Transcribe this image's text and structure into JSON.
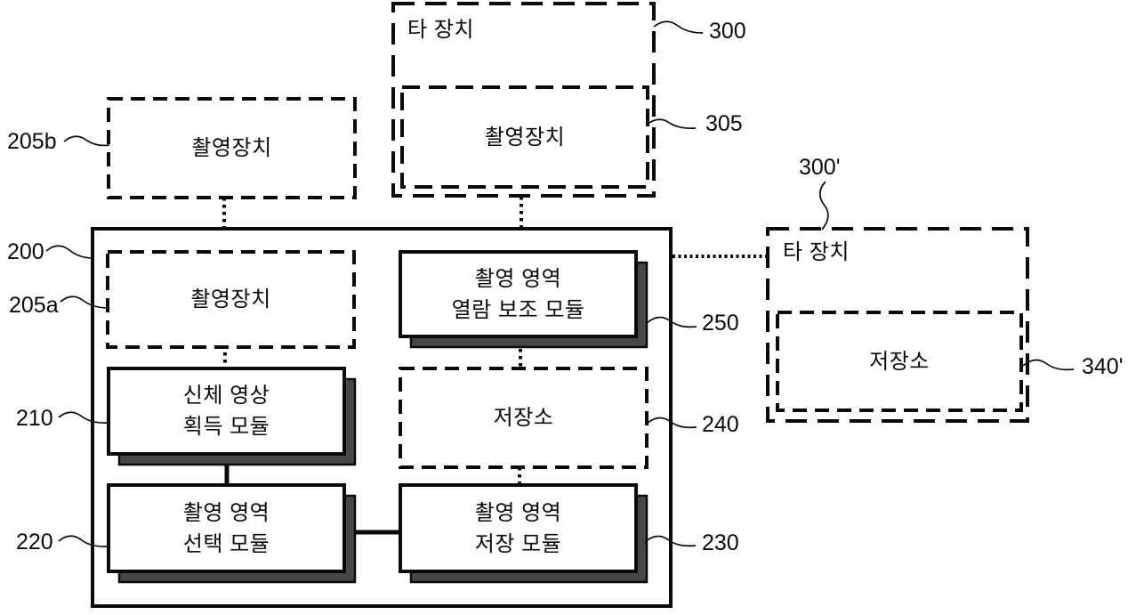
{
  "figure": {
    "background": "#ffffff",
    "line_color": "#0a0a0a",
    "shadow_color": "#474747"
  },
  "boxes": {
    "other_device_top": {
      "title": "타 장치",
      "ref": "300"
    },
    "camera_inner_top": {
      "title": "촬영장치",
      "ref": "305"
    },
    "camera_left": {
      "title": "촬영장치",
      "ref": "205b"
    },
    "main_device": {
      "ref": "200"
    },
    "camera_main": {
      "title": "촬영장치",
      "ref": "205a"
    },
    "view_assist_module": {
      "line1": "촬영 영역",
      "line2": "열람 보조 모듈",
      "ref": "250"
    },
    "body_image_module": {
      "line1": "신체 영상",
      "line2": "획득 모듈",
      "ref": "210"
    },
    "storage_main": {
      "title": "저장소",
      "ref": "240"
    },
    "area_select_module": {
      "line1": "촬영 영역",
      "line2": "선택 모듈",
      "ref": "220"
    },
    "area_save_module": {
      "line1": "촬영 영역",
      "line2": "저장 모듈",
      "ref": "230"
    },
    "other_device_right": {
      "title": "타 장치",
      "ref": "300'"
    },
    "storage_right": {
      "title": "저장소",
      "ref": "340'"
    }
  }
}
